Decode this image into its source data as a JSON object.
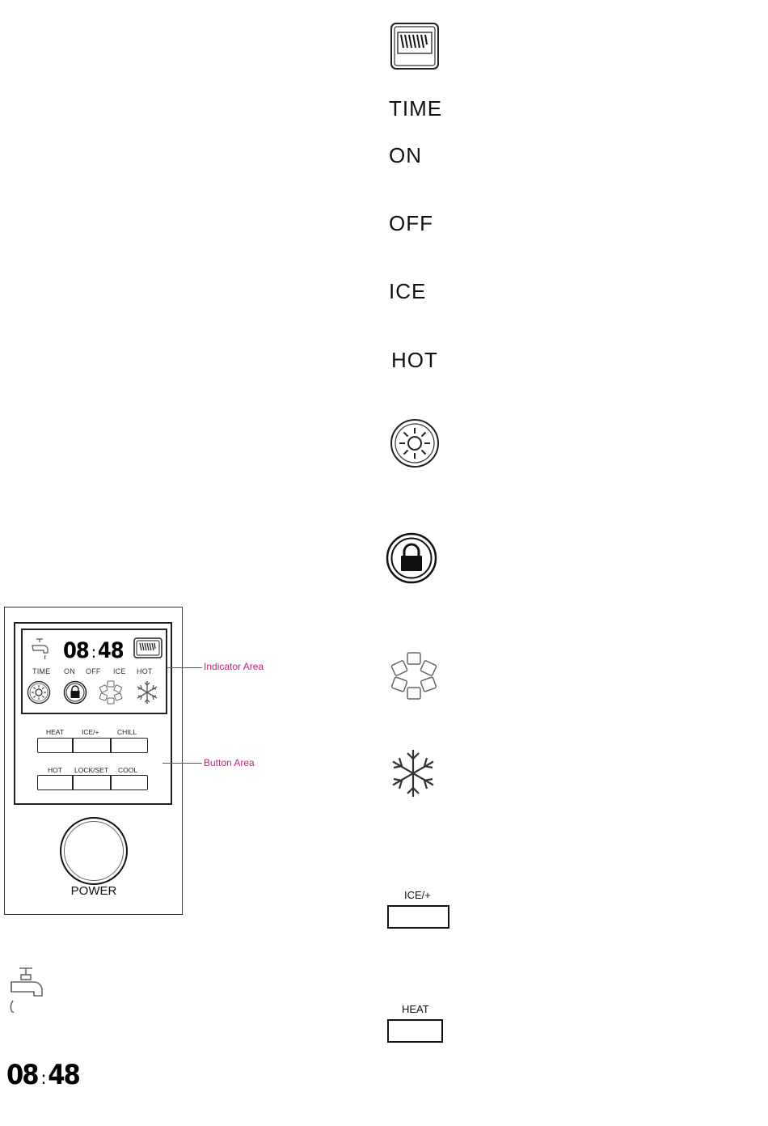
{
  "panel": {
    "clock": {
      "hours": "08",
      "separator": ":",
      "minutes": "48"
    },
    "indicator_labels": [
      "TIME",
      "ON",
      "OFF",
      "ICE",
      "HOT"
    ],
    "button_rows": [
      [
        "HEAT",
        "ICE/+",
        "CHILL"
      ],
      [
        "HOT",
        "LOCK/SET",
        "COOL"
      ]
    ],
    "power_label": "POWER",
    "callouts": {
      "indicator_area": "Indicator Area",
      "button_area": "Button Area"
    },
    "callout_color": "#c0247a"
  },
  "bottom_left": {
    "clock": {
      "hours": "08",
      "separator": ":",
      "minutes": "48"
    }
  },
  "legend": {
    "icons": [
      "water-tank-icon",
      "sun-heat-icon",
      "lock-icon",
      "ice-cubes-icon",
      "snowflake-icon",
      "faucet-icon"
    ],
    "text_items": [
      "TIME",
      "ON",
      "OFF",
      "ICE",
      "HOT"
    ],
    "buttons": [
      {
        "label": "ICE/+"
      },
      {
        "label": "HEAT"
      }
    ]
  }
}
